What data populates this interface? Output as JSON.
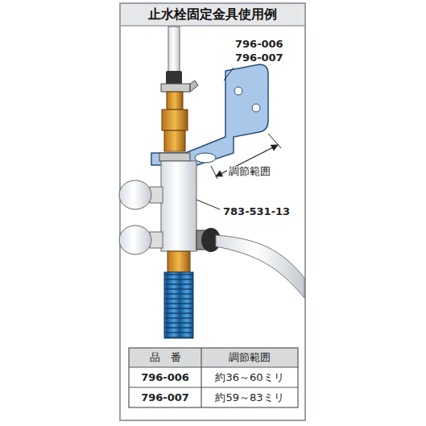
{
  "diagram": {
    "title": "止水栓固定金具使用例",
    "labels": [
      "796-006",
      "796-007",
      "調節範囲",
      "783-531-13",
      "品　番",
      "調節範囲",
      "796-006",
      "約36～60ミリ",
      "796-007",
      "約59～83ミリ"
    ]
  }
}
